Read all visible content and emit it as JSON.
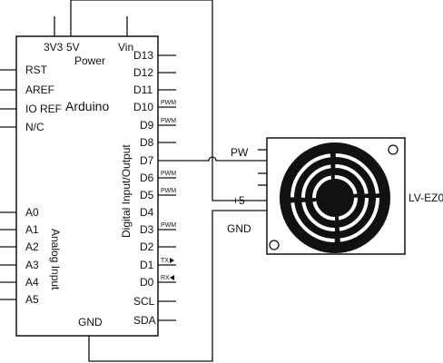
{
  "arduino": {
    "name": "Arduino",
    "power_label": "Power",
    "digital_group_label": "Digital Input/Output",
    "analog_group_label": "Analog Input",
    "top_pins": [
      "3V3",
      "5V",
      "Vin"
    ],
    "left_pins": [
      "RST",
      "AREF",
      "IO REF",
      "N/C"
    ],
    "analog_pins": [
      "A0",
      "A1",
      "A2",
      "A3",
      "A4",
      "A5"
    ],
    "right_pins": [
      "D13",
      "D12",
      "D11",
      "D10",
      "D9",
      "D8",
      "D7",
      "D6",
      "D5",
      "D4",
      "D3",
      "D2",
      "D1",
      "D0",
      "SCL",
      "SDA"
    ],
    "pwm_label": "PWM",
    "tx_label": "TX",
    "rx_label": "RX",
    "gnd_label": "GND"
  },
  "sensor": {
    "name": "LV-EZ0",
    "pin_labels": [
      "PW",
      "+5",
      "GND"
    ]
  }
}
